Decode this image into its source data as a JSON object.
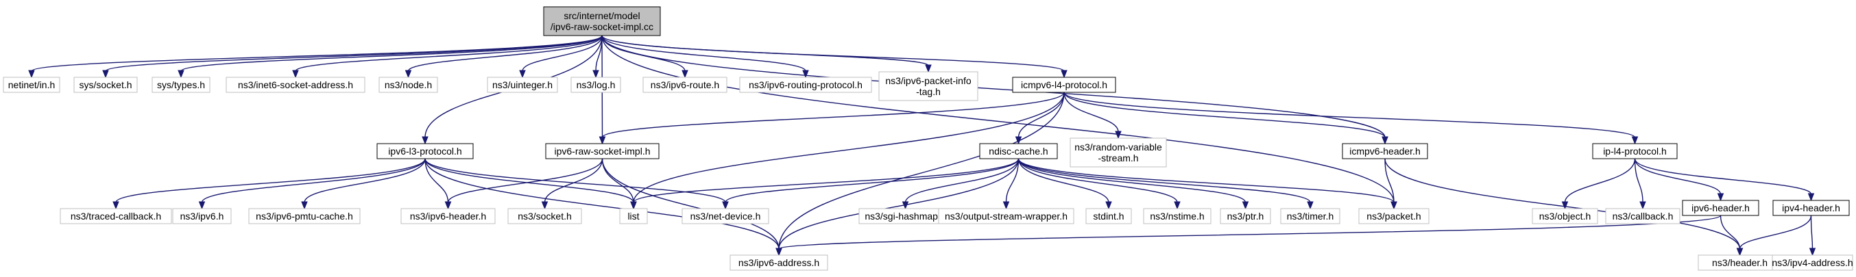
{
  "colors": {
    "edge": "#191970",
    "root_fill": "#bfbfbf",
    "root_stroke": "#000000",
    "node_fill": "#ffffff",
    "node_stroke": "#000000",
    "external_stroke": "#bfbfbf"
  },
  "nodes": {
    "root": {
      "lines": [
        "src/internet/model",
        "/ipv6-raw-socket-impl.cc"
      ],
      "kind": "root"
    },
    "netinet_in": {
      "lines": [
        "netinet/in.h"
      ],
      "kind": "external"
    },
    "sys_socket": {
      "lines": [
        "sys/socket.h"
      ],
      "kind": "external"
    },
    "sys_types": {
      "lines": [
        "sys/types.h"
      ],
      "kind": "external"
    },
    "inet6_socket_address": {
      "lines": [
        "ns3/inet6-socket-address.h"
      ],
      "kind": "external"
    },
    "node": {
      "lines": [
        "ns3/node.h"
      ],
      "kind": "external"
    },
    "uinteger": {
      "lines": [
        "ns3/uinteger.h"
      ],
      "kind": "external"
    },
    "log": {
      "lines": [
        "ns3/log.h"
      ],
      "kind": "external"
    },
    "ipv6_route": {
      "lines": [
        "ns3/ipv6-route.h"
      ],
      "kind": "external"
    },
    "ipv6_routing_protocol": {
      "lines": [
        "ns3/ipv6-routing-protocol.h"
      ],
      "kind": "external"
    },
    "ipv6_packet_info_tag": {
      "lines": [
        "ns3/ipv6-packet-info",
        "-tag.h"
      ],
      "kind": "external"
    },
    "icmpv6_l4_protocol": {
      "lines": [
        "icmpv6-l4-protocol.h"
      ],
      "kind": "local"
    },
    "ipv6_l3_protocol": {
      "lines": [
        "ipv6-l3-protocol.h"
      ],
      "kind": "local"
    },
    "ipv6_raw_socket_impl_h": {
      "lines": [
        "ipv6-raw-socket-impl.h"
      ],
      "kind": "local"
    },
    "ndisc_cache": {
      "lines": [
        "ndisc-cache.h"
      ],
      "kind": "local"
    },
    "random_variable_stream": {
      "lines": [
        "ns3/random-variable",
        "-stream.h"
      ],
      "kind": "external"
    },
    "icmpv6_header": {
      "lines": [
        "icmpv6-header.h"
      ],
      "kind": "local"
    },
    "ip_l4_protocol": {
      "lines": [
        "ip-l4-protocol.h"
      ],
      "kind": "local"
    },
    "traced_callback": {
      "lines": [
        "ns3/traced-callback.h"
      ],
      "kind": "external"
    },
    "ipv6": {
      "lines": [
        "ns3/ipv6.h"
      ],
      "kind": "external"
    },
    "ipv6_pmtu_cache": {
      "lines": [
        "ns3/ipv6-pmtu-cache.h"
      ],
      "kind": "external"
    },
    "ipv6_header": {
      "lines": [
        "ns3/ipv6-header.h"
      ],
      "kind": "external"
    },
    "socket": {
      "lines": [
        "ns3/socket.h"
      ],
      "kind": "external"
    },
    "list": {
      "lines": [
        "list"
      ],
      "kind": "external"
    },
    "net_device": {
      "lines": [
        "ns3/net-device.h"
      ],
      "kind": "external"
    },
    "sgi_hashmap": {
      "lines": [
        "ns3/sgi-hashmap.h"
      ],
      "kind": "external"
    },
    "output_stream_wrapper": {
      "lines": [
        "ns3/output-stream-wrapper.h"
      ],
      "kind": "external"
    },
    "stdint": {
      "lines": [
        "stdint.h"
      ],
      "kind": "external"
    },
    "nstime": {
      "lines": [
        "ns3/nstime.h"
      ],
      "kind": "external"
    },
    "ptr": {
      "lines": [
        "ns3/ptr.h"
      ],
      "kind": "external"
    },
    "timer": {
      "lines": [
        "ns3/timer.h"
      ],
      "kind": "external"
    },
    "packet": {
      "lines": [
        "ns3/packet.h"
      ],
      "kind": "external"
    },
    "object": {
      "lines": [
        "ns3/object.h"
      ],
      "kind": "external"
    },
    "callback": {
      "lines": [
        "ns3/callback.h"
      ],
      "kind": "external"
    },
    "ipv6_header_local": {
      "lines": [
        "ipv6-header.h"
      ],
      "kind": "local"
    },
    "ipv4_header_local": {
      "lines": [
        "ipv4-header.h"
      ],
      "kind": "local"
    },
    "ipv6_address": {
      "lines": [
        "ns3/ipv6-address.h"
      ],
      "kind": "external"
    },
    "header": {
      "lines": [
        "ns3/header.h"
      ],
      "kind": "external"
    },
    "ipv4_address": {
      "lines": [
        "ns3/ipv4-address.h"
      ],
      "kind": "external"
    }
  },
  "edges": [
    [
      "root",
      "netinet_in"
    ],
    [
      "root",
      "sys_socket"
    ],
    [
      "root",
      "sys_types"
    ],
    [
      "root",
      "inet6_socket_address"
    ],
    [
      "root",
      "node"
    ],
    [
      "root",
      "uinteger"
    ],
    [
      "root",
      "log"
    ],
    [
      "root",
      "ipv6_route"
    ],
    [
      "root",
      "ipv6_routing_protocol"
    ],
    [
      "root",
      "ipv6_packet_info_tag"
    ],
    [
      "root",
      "icmpv6_l4_protocol"
    ],
    [
      "root",
      "ipv6_l3_protocol"
    ],
    [
      "root",
      "ipv6_raw_socket_impl_h"
    ],
    [
      "root",
      "icmpv6_header"
    ],
    [
      "root",
      "packet"
    ],
    [
      "icmpv6_l4_protocol",
      "ipv6_raw_socket_impl_h"
    ],
    [
      "icmpv6_l4_protocol",
      "list"
    ],
    [
      "icmpv6_l4_protocol",
      "ndisc_cache"
    ],
    [
      "icmpv6_l4_protocol",
      "random_variable_stream"
    ],
    [
      "icmpv6_l4_protocol",
      "icmpv6_header"
    ],
    [
      "icmpv6_l4_protocol",
      "ip_l4_protocol"
    ],
    [
      "icmpv6_l4_protocol",
      "ipv6_address"
    ],
    [
      "ipv6_l3_protocol",
      "traced_callback"
    ],
    [
      "ipv6_l3_protocol",
      "ipv6"
    ],
    [
      "ipv6_l3_protocol",
      "ipv6_pmtu_cache"
    ],
    [
      "ipv6_l3_protocol",
      "ipv6_header"
    ],
    [
      "ipv6_l3_protocol",
      "list"
    ],
    [
      "ipv6_l3_protocol",
      "net_device"
    ],
    [
      "ipv6_l3_protocol",
      "ipv6_address"
    ],
    [
      "ipv6_raw_socket_impl_h",
      "ipv6_header"
    ],
    [
      "ipv6_raw_socket_impl_h",
      "socket"
    ],
    [
      "ipv6_raw_socket_impl_h",
      "list"
    ],
    [
      "ipv6_raw_socket_impl_h",
      "ipv6_address"
    ],
    [
      "ndisc_cache",
      "list"
    ],
    [
      "ndisc_cache",
      "net_device"
    ],
    [
      "ndisc_cache",
      "sgi_hashmap"
    ],
    [
      "ndisc_cache",
      "output_stream_wrapper"
    ],
    [
      "ndisc_cache",
      "stdint"
    ],
    [
      "ndisc_cache",
      "nstime"
    ],
    [
      "ndisc_cache",
      "ptr"
    ],
    [
      "ndisc_cache",
      "timer"
    ],
    [
      "ndisc_cache",
      "packet"
    ],
    [
      "ndisc_cache",
      "ipv6_address"
    ],
    [
      "icmpv6_header",
      "packet"
    ],
    [
      "icmpv6_header",
      "header"
    ],
    [
      "ip_l4_protocol",
      "object"
    ],
    [
      "ip_l4_protocol",
      "callback"
    ],
    [
      "ip_l4_protocol",
      "ipv6_header_local"
    ],
    [
      "ip_l4_protocol",
      "ipv4_header_local"
    ],
    [
      "ipv6_header_local",
      "header"
    ],
    [
      "ipv6_header_local",
      "ipv6_address"
    ],
    [
      "ipv4_header_local",
      "header"
    ],
    [
      "ipv4_header_local",
      "ipv4_address"
    ]
  ]
}
